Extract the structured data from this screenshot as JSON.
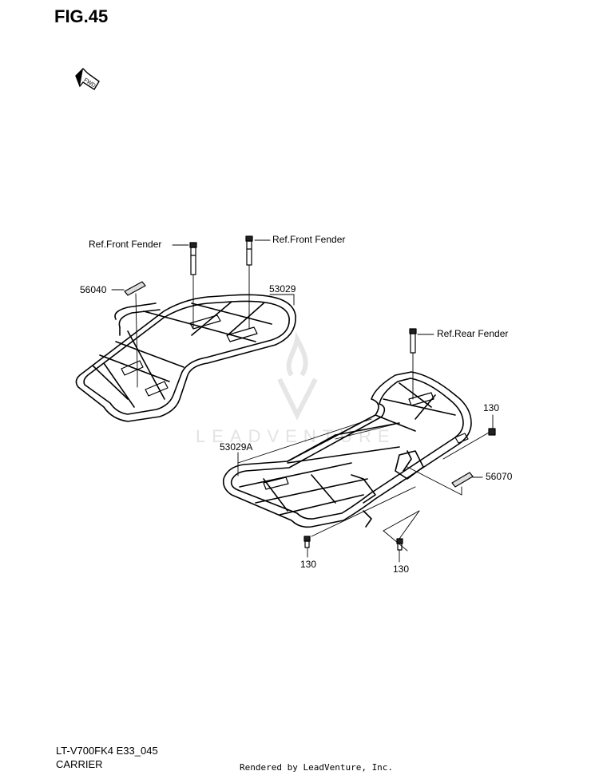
{
  "figure": {
    "title": "FIG.45",
    "forward_marker": "FWD"
  },
  "callouts": {
    "ref_front_fender_left": "Ref.Front Fender",
    "ref_front_fender_right": "Ref.Front Fender",
    "ref_rear_fender": "Ref.Rear Fender",
    "part_56040": "56040",
    "part_53029": "53029",
    "part_53029A": "53029A",
    "part_56070": "56070",
    "part_130_right": "130",
    "part_130_bottom_left": "130",
    "part_130_bottom_right": "130"
  },
  "footer": {
    "model_code": "LT-V700FK4 E33_045",
    "section_name": "CARRIER",
    "rendered_by": "Rendered by LeadVenture, Inc."
  },
  "watermark": {
    "text": "LEADVENTURE"
  }
}
